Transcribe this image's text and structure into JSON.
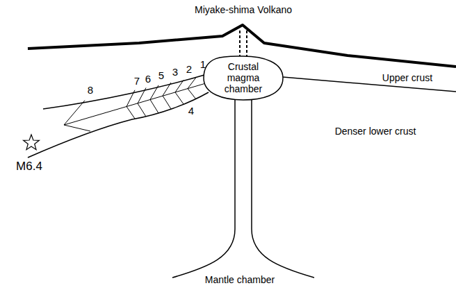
{
  "diagram": {
    "nodes": [
      {
        "text": [
          "Crustal magma chamber"
        ]
      }
    ],
    "labels": [
      "Miyake-shima Volkano",
      "Upper crust",
      "Denser lower crust",
      "Mantle chamber",
      "1",
      "2",
      "3",
      "5",
      "6",
      "7",
      "8",
      "4",
      "M6.4"
    ]
  }
}
